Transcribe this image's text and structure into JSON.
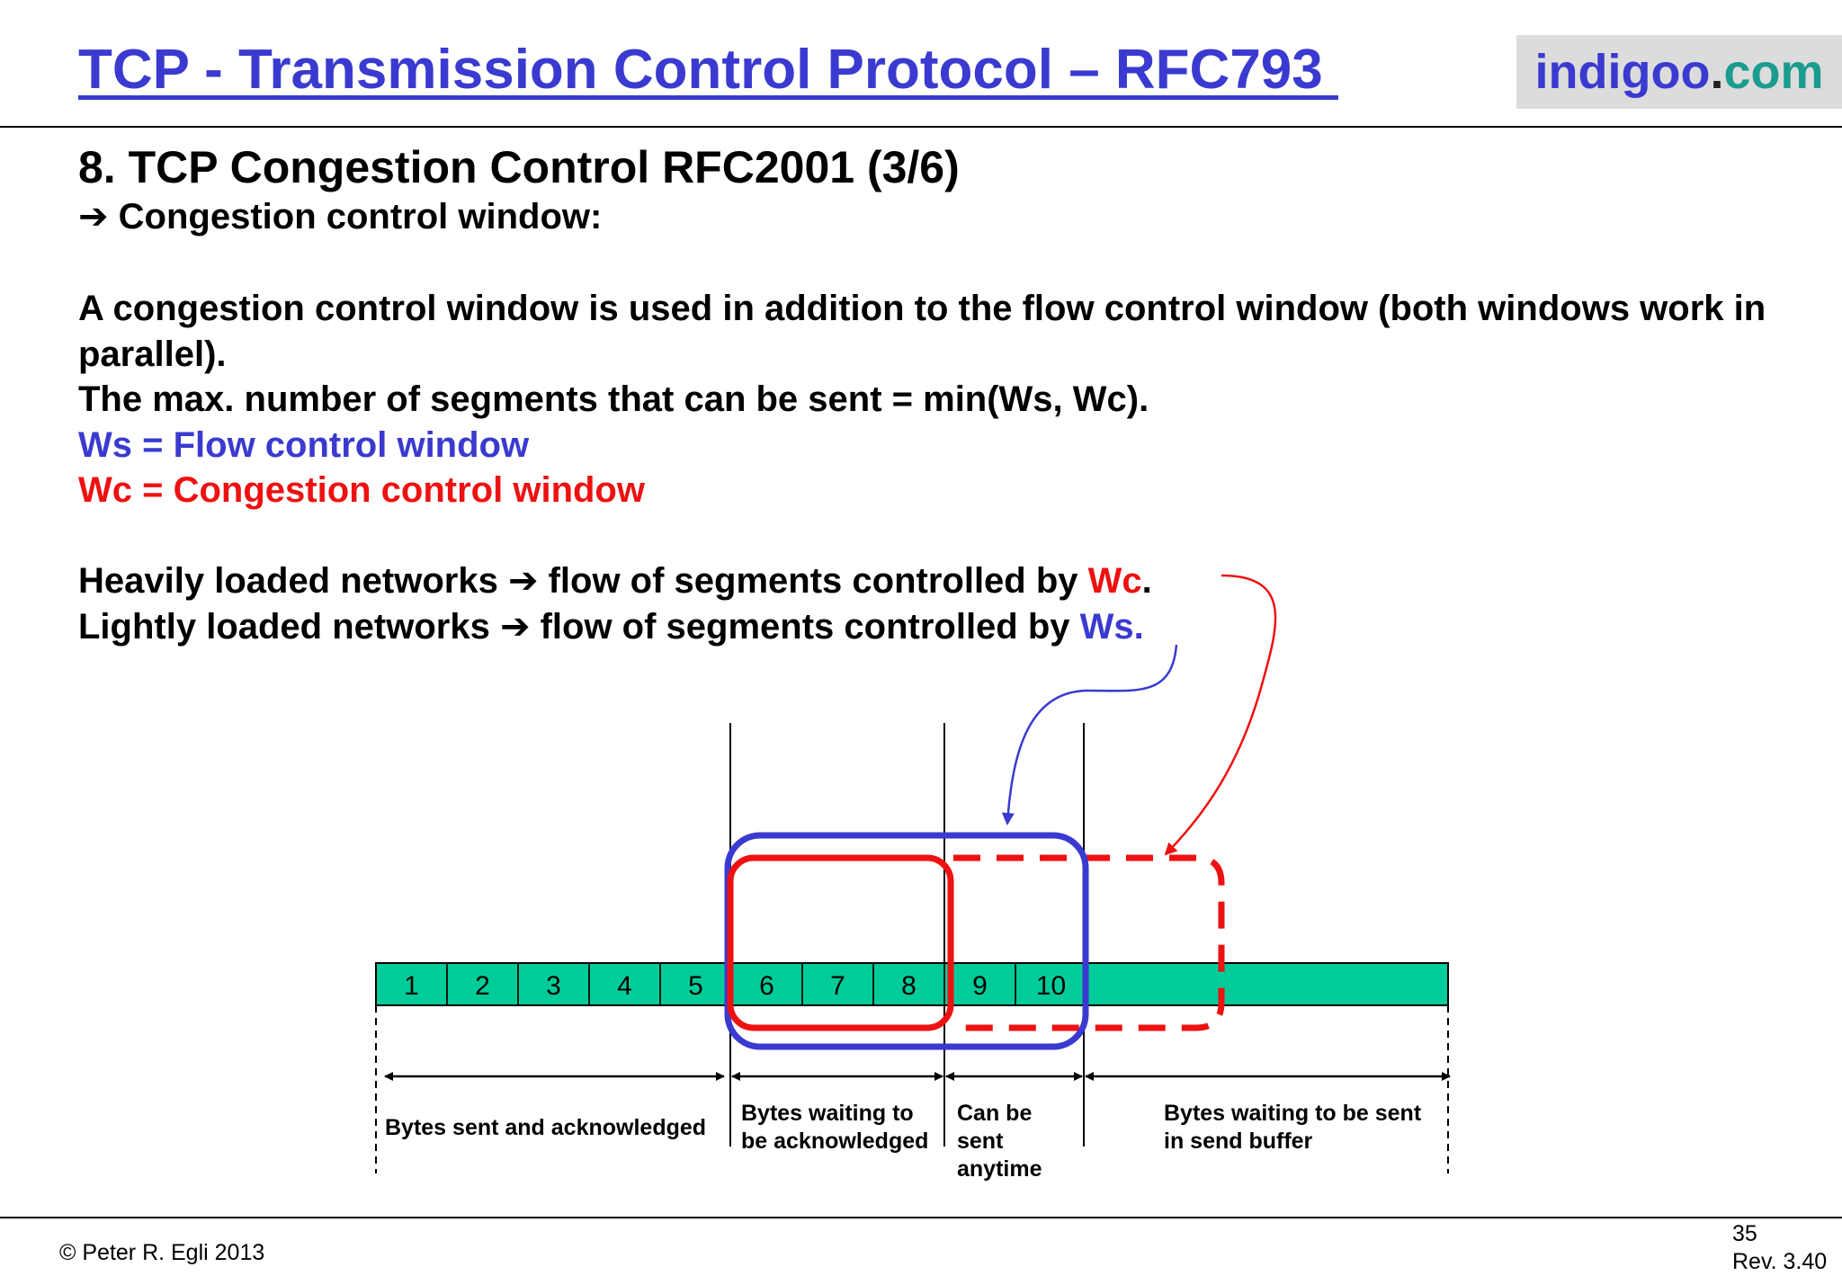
{
  "header": {
    "title": "TCP - Transmission Control Protocol – RFC793 ",
    "brand_part1": "indigoo",
    "brand_part2": ".",
    "brand_part3": "com"
  },
  "slide": {
    "subtitle": "8. TCP Congestion Control RFC2001 (3/6)",
    "bullet_arrow": "➔",
    "bullet_text": "Congestion control window:",
    "para1": "A congestion control window is used in addition to the flow control window (both windows work in parallel).",
    "para2": "The max. number of segments that can be sent = min(Ws, Wc).",
    "ws_def": "Ws = Flow control window",
    "wc_def": "Wc = Congestion control window",
    "heavy_prefix": "Heavily loaded networks ",
    "heavy_mid": " flow of segments controlled by ",
    "heavy_var": "Wc",
    "heavy_end": ".",
    "light_prefix": "Lightly loaded networks ",
    "light_mid": " flow of segments controlled by ",
    "light_var": "Ws.",
    "arrow": "➔"
  },
  "diagram": {
    "segments": [
      "1",
      "2",
      "3",
      "4",
      "5",
      "6",
      "7",
      "8",
      "9",
      "10"
    ],
    "region_labels": {
      "sent_acked": "Bytes sent and acknowledged",
      "waiting_ack_1": "Bytes waiting to",
      "waiting_ack_2": "be acknowledged",
      "can_send_1": "Can be",
      "can_send_2": "sent",
      "can_send_3": "anytime",
      "buffer_1": "Bytes waiting to be sent",
      "buffer_2": "in send buffer"
    },
    "colors": {
      "segment_fill": "#00cc99",
      "flow_window": "#3a3ad0",
      "congestion_window": "#ee1111"
    }
  },
  "footer": {
    "copyright": "© Peter R. Egli 2013",
    "page": "35",
    "rev": "Rev. 3.40"
  }
}
